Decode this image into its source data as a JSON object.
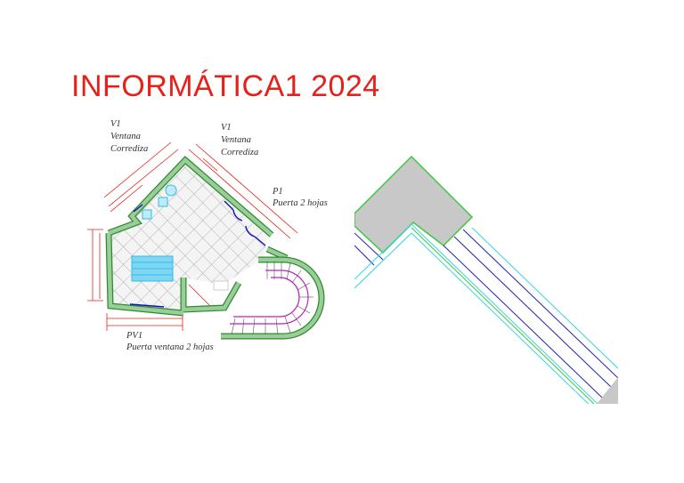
{
  "title": "INFORMÁTICA1 2024",
  "labels": {
    "v1_left": {
      "code": "V1",
      "line1": "Ventana",
      "line2": "Corrediza"
    },
    "v1_right": {
      "code": "V1",
      "line1": "Ventana",
      "line2": "Corrediza"
    },
    "p1": {
      "code": "P1",
      "line1": "Puerta 2 hojas"
    },
    "pv1": {
      "code": "PV1",
      "line1": "Puerta ventana 2 hojas"
    }
  },
  "colors": {
    "title": "#e8201a",
    "wall_fill": "#9acd9a",
    "wall_stroke": "#2e8b2e",
    "grid": "#9a9a9a",
    "dimension": "#e8201a",
    "door": "#1010c0",
    "furniture": "#33bde8",
    "stair": "#c020c0",
    "detail_gray": "#c8c8c8",
    "detail_green": "#3cc83c",
    "detail_blue": "#2020b0",
    "detail_cyan": "#30d8e0"
  }
}
